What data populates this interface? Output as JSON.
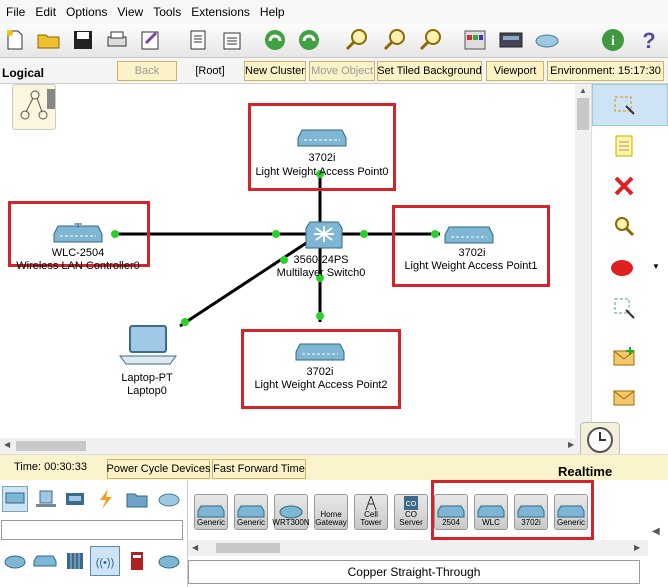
{
  "menu": [
    "File",
    "Edit",
    "Options",
    "View",
    "Tools",
    "Extensions",
    "Help"
  ],
  "nav": {
    "back": "Back",
    "root": "[Root]",
    "new_cluster": "New Cluster",
    "move_object": "Move Object",
    "tiled_bg": "Set Tiled Background",
    "viewport": "Viewport",
    "environment": "Environment: 15:17:30"
  },
  "view_label": "Logical",
  "devices": {
    "wlc": {
      "model": "WLC-2504",
      "name": "Wireless LAN Controller0"
    },
    "ap0": {
      "model": "3702i",
      "name": "Light Weight Access Point0"
    },
    "ap1": {
      "model": "3702i",
      "name": "Light Weight Access Point1"
    },
    "ap2": {
      "model": "3702i",
      "name": "Light Weight Access Point2"
    },
    "switch": {
      "model": "3560-24PS",
      "name": "Multilayer Switch0"
    },
    "laptop": {
      "model": "Laptop-PT",
      "name": "Laptop0"
    }
  },
  "status": {
    "time": "Time: 00:30:33",
    "power_cycle": "Power Cycle Devices",
    "fast_forward": "Fast Forward Time",
    "mode": "Realtime"
  },
  "device_tiles": [
    "Generic",
    "Generic",
    "WRT300N",
    "Home Gateway",
    "Cell Tower",
    "CO Server",
    "2504",
    "WLC",
    "3702i",
    "Generic"
  ],
  "selected_connection": "Copper Straight-Through",
  "colors": {
    "highlight": "#d4232a",
    "link_dot": "#2bd12b",
    "nav_bg": "#fbf2c7"
  }
}
